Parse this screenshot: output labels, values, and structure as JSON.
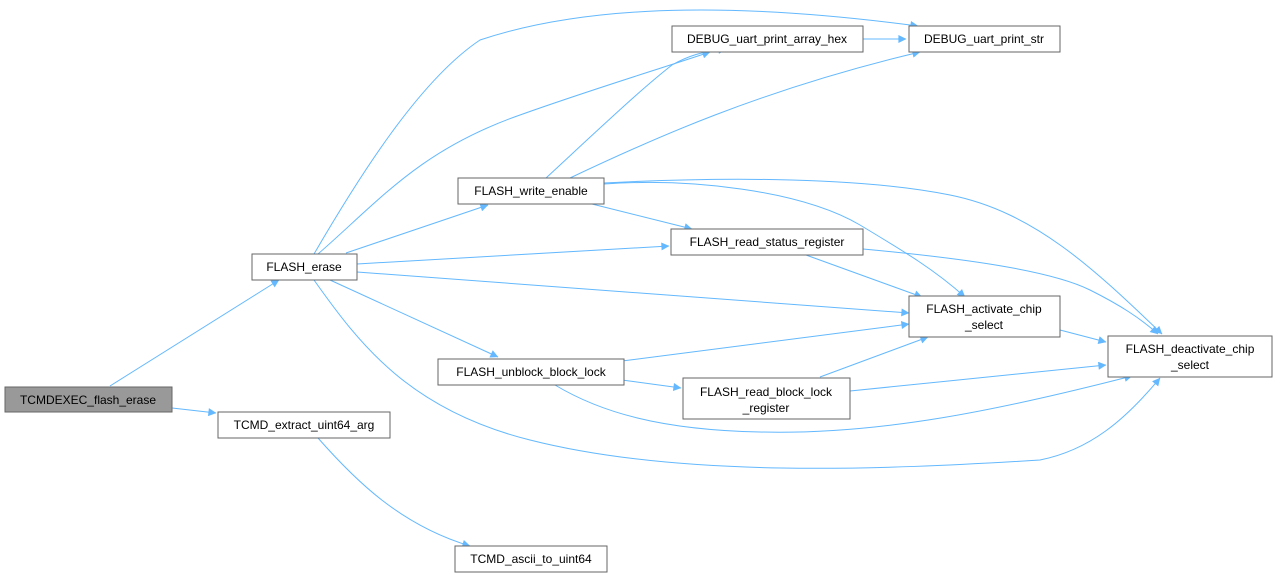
{
  "graph": {
    "nodes": {
      "tcmdexec_flash_erase": "TCMDEXEC_flash_erase",
      "flash_erase": "FLASH_erase",
      "tcmd_extract_uint64_arg": "TCMD_extract_uint64_arg",
      "tcmd_ascii_to_uint64": "TCMD_ascii_to_uint64",
      "flash_write_enable": "FLASH_write_enable",
      "debug_uart_print_array_hex": "DEBUG_uart_print_array_hex",
      "debug_uart_print_str": "DEBUG_uart_print_str",
      "flash_read_status_register": "FLASH_read_status_register",
      "flash_activate_chip_select": [
        "FLASH_activate_chip",
        "_select"
      ],
      "flash_deactivate_chip_select": [
        "FLASH_deactivate_chip",
        "_select"
      ],
      "flash_unblock_block_lock": "FLASH_unblock_block_lock",
      "flash_read_block_lock_register": [
        "FLASH_read_block_lock",
        "_register"
      ]
    },
    "edges": [
      [
        "tcmdexec_flash_erase",
        "flash_erase"
      ],
      [
        "tcmdexec_flash_erase",
        "tcmd_extract_uint64_arg"
      ],
      [
        "tcmd_extract_uint64_arg",
        "tcmd_ascii_to_uint64"
      ],
      [
        "flash_erase",
        "debug_uart_print_str"
      ],
      [
        "flash_erase",
        "debug_uart_print_array_hex"
      ],
      [
        "flash_erase",
        "flash_write_enable"
      ],
      [
        "flash_erase",
        "flash_read_status_register"
      ],
      [
        "flash_erase",
        "flash_activate_chip_select"
      ],
      [
        "flash_erase",
        "flash_unblock_block_lock"
      ],
      [
        "flash_erase",
        "flash_deactivate_chip_select"
      ],
      [
        "flash_write_enable",
        "debug_uart_print_array_hex"
      ],
      [
        "flash_write_enable",
        "debug_uart_print_str"
      ],
      [
        "flash_write_enable",
        "flash_read_status_register"
      ],
      [
        "flash_write_enable",
        "flash_activate_chip_select"
      ],
      [
        "flash_write_enable",
        "flash_deactivate_chip_select"
      ],
      [
        "debug_uart_print_array_hex",
        "debug_uart_print_str"
      ],
      [
        "flash_read_status_register",
        "flash_activate_chip_select"
      ],
      [
        "flash_read_status_register",
        "flash_deactivate_chip_select"
      ],
      [
        "flash_activate_chip_select",
        "flash_deactivate_chip_select"
      ],
      [
        "flash_unblock_block_lock",
        "flash_activate_chip_select"
      ],
      [
        "flash_unblock_block_lock",
        "flash_read_block_lock_register"
      ],
      [
        "flash_unblock_block_lock",
        "flash_deactivate_chip_select"
      ],
      [
        "flash_read_block_lock_register",
        "flash_activate_chip_select"
      ],
      [
        "flash_read_block_lock_register",
        "flash_deactivate_chip_select"
      ]
    ],
    "colors": {
      "edge": "#63b8ff",
      "node_border": "#666666",
      "node_fill": "#ffffff",
      "root_fill": "#999999",
      "text": "#000000"
    }
  }
}
